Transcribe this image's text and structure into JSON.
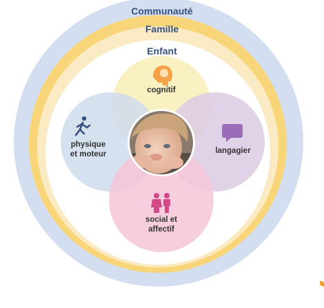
{
  "rings": {
    "outer_label": "Communauté",
    "middle_label": "Famille",
    "inner_label": "Enfant"
  },
  "domains": {
    "cognitive": {
      "label": "cognitif"
    },
    "physical": {
      "line1": "physique",
      "line2": "et moteur"
    },
    "language": {
      "label": "langagier"
    },
    "social": {
      "line1": "social et",
      "line2": "affectif"
    }
  },
  "icons": {
    "cognitive": "brain-head-icon",
    "physical": "running-person-icon",
    "language": "speech-bubble-icon",
    "social": "two-people-icon",
    "center": "child-photo"
  },
  "colors": {
    "outer_ring": "#d3def0",
    "middle_ring": "#f9d57a",
    "inner_ring": "#fbebc4",
    "core": "#ffffff",
    "cognitive": "#f9eeb8",
    "physical": "#cfdced",
    "language": "#dccbe3",
    "social": "#f4c6d8",
    "icon_blue": "#35507e",
    "icon_purple": "#9b6db8",
    "icon_pink": "#d24a88",
    "text_blue": "#35507e",
    "accent_orange": "#f0a030"
  }
}
